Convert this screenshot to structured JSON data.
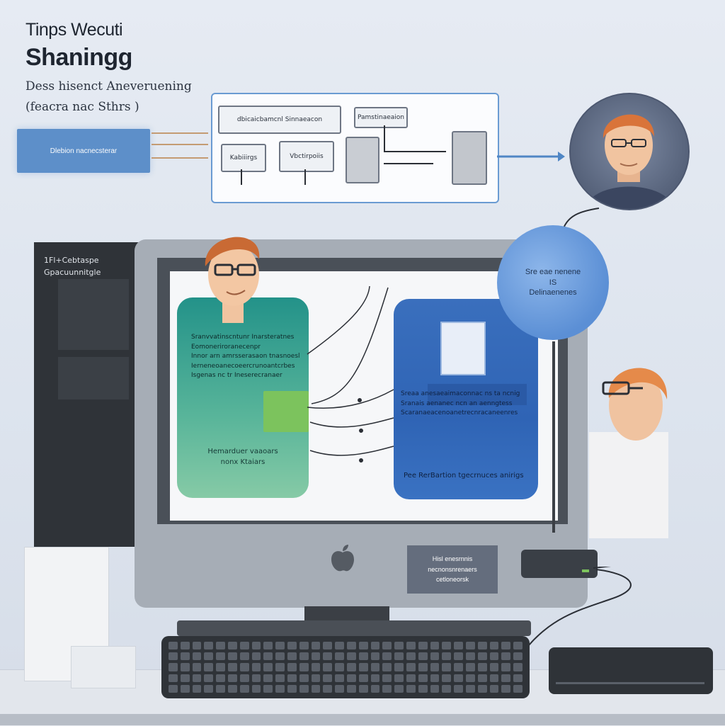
{
  "header": {
    "title_line1": "Tinps Wecuti",
    "title_line2": "Shaningg",
    "subtitle_line1": "Dess hisenct Aneveruening",
    "subtitle_line2": "(feacra nac Sthrs )"
  },
  "left_label": {
    "text": "Dlebion  nacnecsterar"
  },
  "flow": {
    "node_top": "dbicaicbamcnl Sinnaeacon",
    "node_small": "Pamstinaeaion",
    "node_left": "Kabiiirgs",
    "node_mid": "Vbctirpoiis"
  },
  "monitor": {
    "panel_header": "1Fl+Cebtaspe Gpacuunnitgle",
    "green_card": {
      "lines": [
        "Sranvvatinscntunr Inarsteratnes",
        "Eomoneriroranecenpr",
        "Innor arn amrsserasaon tnasnoesl",
        "Ierneneoanecoeercrunoantcrbes",
        "Isgenas nc tr Ineserecranaer"
      ],
      "footer_line1": "Hemarduer vaaoars",
      "footer_line2": "nonx Ktaiars"
    },
    "blue_card": {
      "lines": [
        "Sreaa anesaeaimaconnac ns ta ncnig",
        "Sranais aenanec ncn an aenngtess",
        "Scaranaeacenoanetrecnracaneenres"
      ],
      "footer": "Pee RerBartion  tgecrnuces anirigs"
    },
    "bubble": {
      "line1": "Sre eae nenene",
      "line2": "IS",
      "line3": "Delinaenenes"
    },
    "lower_label": {
      "line1": "Hisl enesrnnis",
      "line2": "necnonsnrenaers",
      "line3": "cetloneorsk"
    }
  },
  "colors": {
    "accent_blue": "#4f86c5",
    "card_green": "#239289",
    "card_blue": "#2f64b5",
    "highlight_green": "#7cc35d",
    "hair_orange": "#d9743a"
  }
}
